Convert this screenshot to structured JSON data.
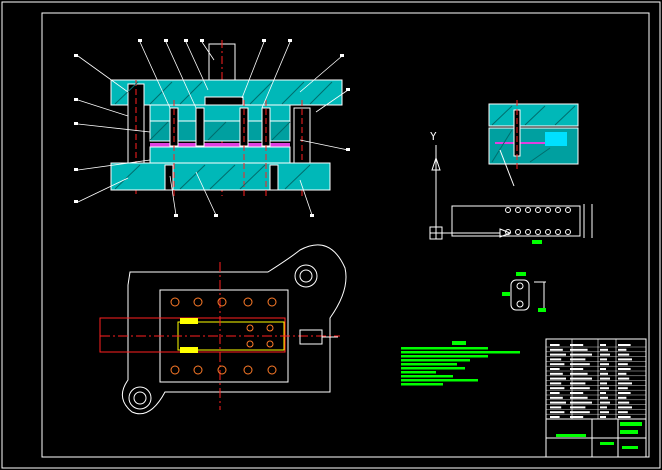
{
  "sheet": {
    "background": "#000000",
    "border_color": "#ffffff"
  },
  "colors": {
    "cyan": "#00d8d8",
    "white": "#ffffff",
    "red": "#ff2020",
    "magenta": "#e040e0",
    "yellow": "#ffff00",
    "green": "#00ff00",
    "darkgreen": "#008f8f"
  },
  "axis_view": {
    "y_label": "Y"
  },
  "technical_notes": {
    "line_widths": [
      0.45,
      0.62,
      0.45,
      0.36,
      0.29,
      0.33,
      0.18,
      0.27,
      0.4,
      0.22
    ]
  },
  "icons": [
    "ucs-icon",
    "section-mark-icon",
    "leader-balloon-icon"
  ]
}
